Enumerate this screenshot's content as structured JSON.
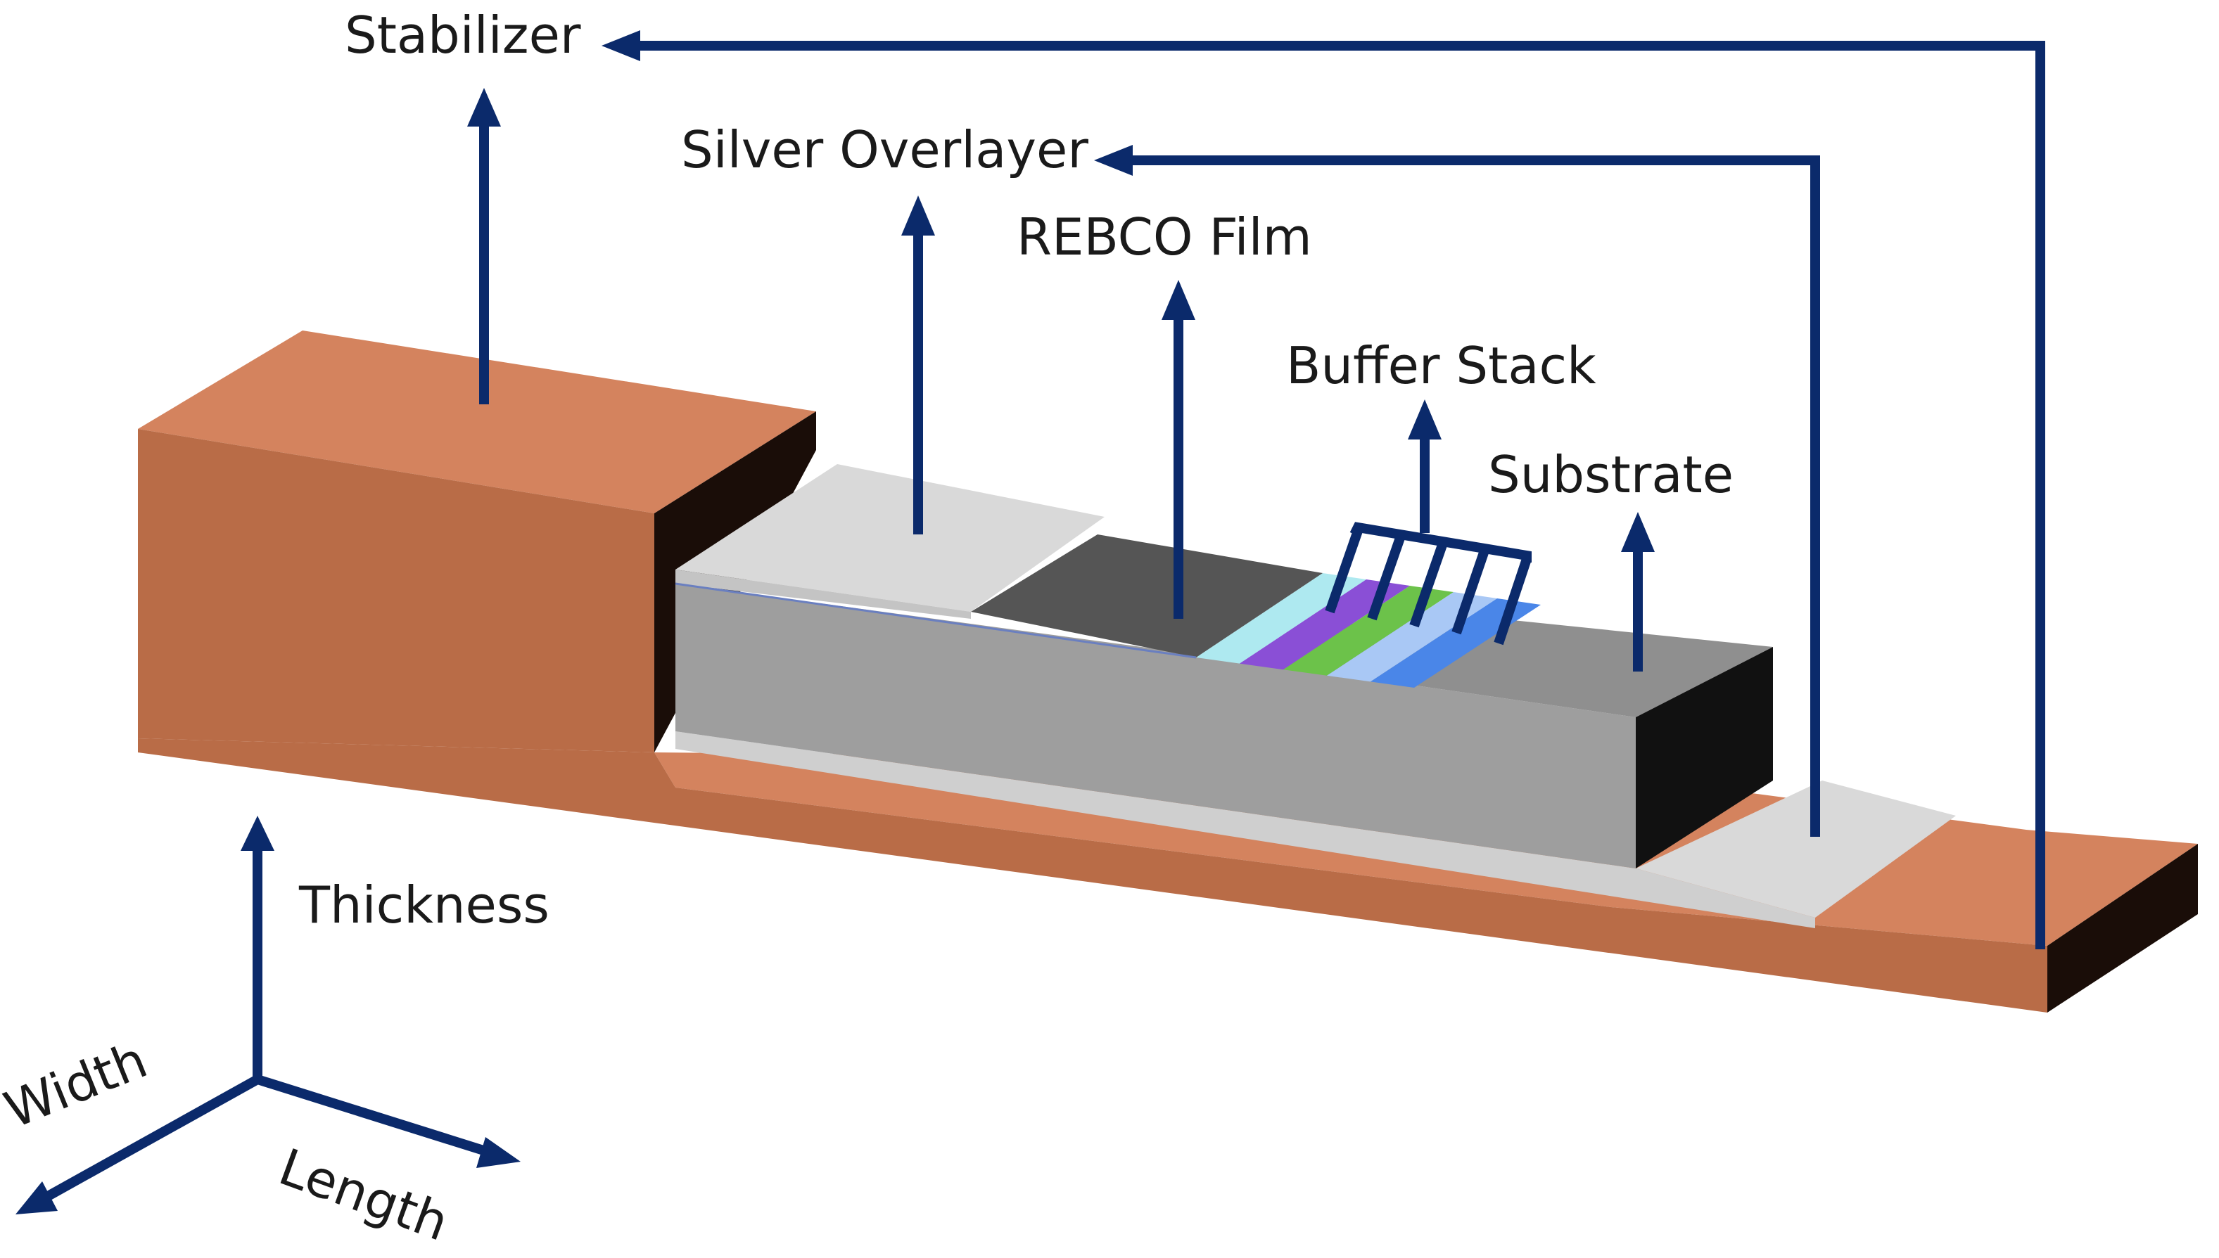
{
  "labels": {
    "stabilizer": "Stabilizer",
    "silver_overlayer": "Silver Overlayer",
    "rebco_film": "REBCO Film",
    "buffer_stack": "Buffer Stack",
    "substrate": "Substrate",
    "thickness": "Thickness",
    "width": "Width",
    "length": "Length"
  },
  "colors": {
    "copper_top": "#d4835e",
    "copper_front": "#b96c47",
    "copper_dark": "#1a0d08",
    "silver": "#d9d9d9",
    "rebco": "#555555",
    "substrate_front": "#9e9e9e",
    "substrate_top": "#8f8f8f",
    "substrate_side": "#111111",
    "arrow": "#0b2a6b",
    "buffer_layers": [
      "#aee9f0",
      "#8a4fd6",
      "#6cc24a",
      "#a9c8f5",
      "#4a86e8"
    ]
  }
}
